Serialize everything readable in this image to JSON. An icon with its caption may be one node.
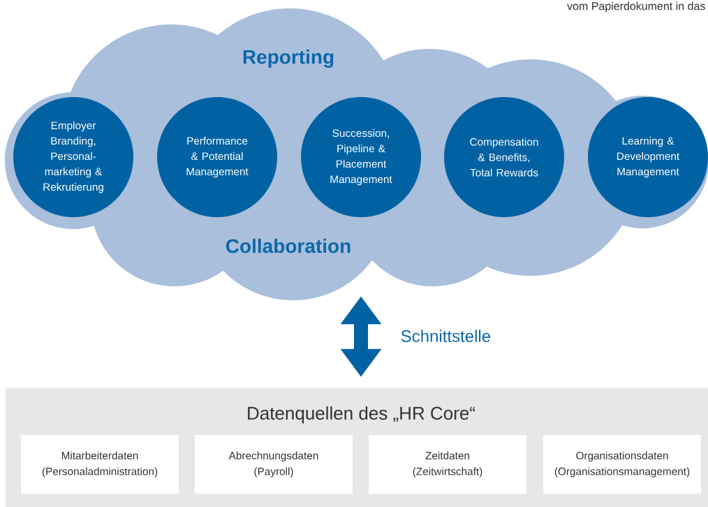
{
  "diagram": {
    "nodes": [
      {
        "text": [
          "Reporting",
          "Collaboration"
        ]
      },
      {
        "text": [
          "Employer Branding, Personal- marketing & Rekrutierung"
        ],
        "in": 0
      },
      {
        "text": [
          "Performance & Potential Management"
        ],
        "in": 0
      },
      {
        "text": [
          "Succession, Pipeline & Placement Management"
        ],
        "in": 0
      },
      {
        "text": [
          "Compensation & Benefits, Total Rewards"
        ],
        "in": 0
      },
      {
        "text": [
          "Learning & Development Management"
        ],
        "in": 0
      },
      {
        "text": [
          "Datenquellen des „HR Core“"
        ]
      },
      {
        "text": [
          "Mitarbeiterdaten (Personaladministration)"
        ],
        "in": 6
      },
      {
        "text": [
          "Abrechnungsdaten (Payroll)"
        ],
        "in": 6
      },
      {
        "text": [
          "Zeitdaten (Zeitwirtschaft)"
        ],
        "in": 6
      },
      {
        "text": [
          "Organisationsdaten (Organisationsmanagement)"
        ],
        "in": 6
      }
    ],
    "edges": [
      {
        "from": 0,
        "to": 6,
        "arrow": "both",
        "label": "Schnittstelle"
      }
    ],
    "labels": [
      "vom Papierdokument in das"
    ]
  }
}
